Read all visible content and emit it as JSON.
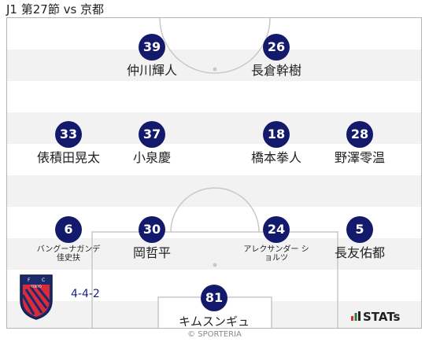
{
  "match_title": "J1 第27節 vs 京都",
  "formation": "4-4-2",
  "stats_brand": "STATs",
  "copyright": "© SPORTERIA",
  "team_logo": {
    "icon": "fc-tokyo-crest-icon",
    "letters": [
      "F",
      "C",
      "TOKYO"
    ]
  },
  "colors": {
    "player_badge": "#141a6b",
    "stripe_light": "#ffffff",
    "stripe_dark": "#f2f2f2",
    "line": "#c8c8c8"
  },
  "players": [
    {
      "number": "39",
      "name": "仲川輝人"
    },
    {
      "number": "26",
      "name": "長倉幹樹"
    },
    {
      "number": "33",
      "name": "俵積田晃太"
    },
    {
      "number": "37",
      "name": "小泉慶"
    },
    {
      "number": "18",
      "name": "橋本拳人"
    },
    {
      "number": "28",
      "name": "野澤零温"
    },
    {
      "number": "6",
      "name": "バングーナガンデ 佳史扶"
    },
    {
      "number": "30",
      "name": "岡哲平"
    },
    {
      "number": "24",
      "name": "アレクサンダー ショルツ"
    },
    {
      "number": "5",
      "name": "長友佑都"
    },
    {
      "number": "81",
      "name": "キムスンギュ"
    }
  ]
}
